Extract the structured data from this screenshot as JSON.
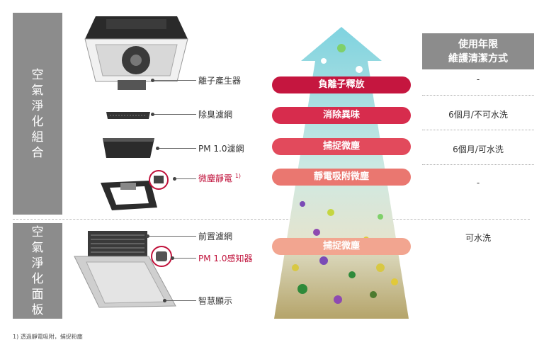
{
  "sections": {
    "top": "空氣淨化組合",
    "bottom": "空氣淨化面板"
  },
  "components": {
    "ionizer": "離子產生器",
    "deodorizer": "除臭濾網",
    "pm_filter": "PM 1.0濾網",
    "micro_dust": "微塵靜電",
    "micro_dust_note": "1)",
    "pre_filter": "前置濾網",
    "pm_sensor": "PM 1.0感知器",
    "smart_display": "智慧顯示"
  },
  "functions": {
    "ion_release": "負離子釋放",
    "odor_removal": "消除異味",
    "capture_dust_1": "捕捉微塵",
    "electrostatic": "靜電吸附微塵",
    "capture_dust_2": "捕捉微塵"
  },
  "table": {
    "header_line1": "使用年限",
    "header_line2": "維護清潔方式",
    "rows": [
      "-",
      "6個月/不可水洗",
      "6個月/可水洗",
      "-",
      "可水洗"
    ]
  },
  "footnote": "1) 透過靜電吸附，捕捉粉塵",
  "colors": {
    "tab_gray": "#8c8c8c",
    "pill_1": "#c5163f",
    "pill_2": "#d72c4d",
    "pill_3": "#e24a5c",
    "pill_4": "#ea7770",
    "pill_5": "#f2a590"
  }
}
